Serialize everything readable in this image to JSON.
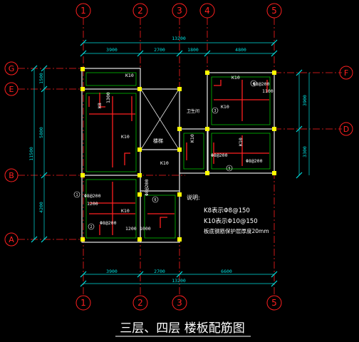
{
  "axes": {
    "top": [
      "1",
      "2",
      "3",
      "4",
      "5"
    ],
    "bottom": [
      "1",
      "2",
      "3",
      "5"
    ],
    "left": [
      "G",
      "E",
      "B",
      "A"
    ],
    "right": [
      "F",
      "D"
    ]
  },
  "dims": {
    "top_total": "13200",
    "top_segments": [
      "3900",
      "2700",
      "1800",
      "4800"
    ],
    "bottom_segments": [
      "3900",
      "2700",
      "6600"
    ],
    "bottom_total": "13200",
    "left_total": "11500",
    "left_segments": [
      "1500",
      "5800",
      "4200"
    ],
    "right_segments": [
      "3900",
      "3300"
    ]
  },
  "slab_labels": {
    "k10": "K10",
    "k8": "K8",
    "stair": "楼梯",
    "washroom": "卫生间",
    "bars": [
      "Φ8@200",
      "Φ8@200",
      "Φ8@200",
      "Φ8@200",
      "Φ8@200",
      "Φ8@200"
    ],
    "lengths": [
      "1200",
      "1000",
      "1100",
      "1200",
      "1300"
    ],
    "circles": [
      "1",
      "2",
      "3",
      "4",
      "5",
      "6"
    ]
  },
  "notes": {
    "heading": "说明:",
    "line1": "K8表示Φ8@150",
    "line2": "K10表示Φ10@150",
    "line3": "板底钢筋保护层厚度20mm"
  },
  "title": "三层、四层 楼板配筋图",
  "colors": {
    "axis": "#ff2020",
    "bubble": "#ff2020",
    "dim": "#00e0e0",
    "wall": "#e8e8e8",
    "column": "#ffff00",
    "rebar": "#ff2020",
    "beam": "#00c000",
    "text": "#ffffff"
  }
}
